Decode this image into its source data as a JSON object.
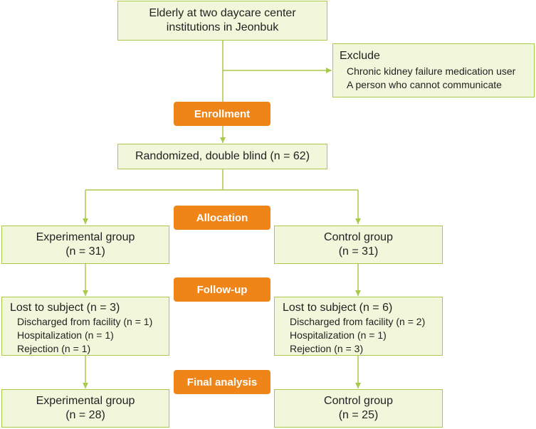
{
  "top": {
    "line1": "Elderly at two daycare center",
    "line2": "institutions in Jeonbuk"
  },
  "exclude": {
    "title": "Exclude",
    "items": [
      "Chronic kidney failure medication user",
      "A person who cannot communicate"
    ]
  },
  "stages": {
    "enrollment": "Enrollment",
    "allocation": "Allocation",
    "followup": "Follow-up",
    "final": "Final analysis"
  },
  "randomized": "Randomized, double blind (n = 62)",
  "allocation": {
    "experimental": {
      "name": "Experimental group",
      "n": "(n = 31)"
    },
    "control": {
      "name": "Control group",
      "n": "(n = 31)"
    }
  },
  "followup": {
    "experimental": {
      "title": "Lost to subject (n = 3)",
      "items": [
        "Discharged from facility (n = 1)",
        "Hospitalization (n = 1)",
        "Rejection (n = 1)"
      ]
    },
    "control": {
      "title": "Lost to subject (n = 6)",
      "items": [
        "Discharged from facility (n = 2)",
        "Hospitalization (n = 1)",
        "Rejection (n = 3)"
      ]
    }
  },
  "final": {
    "experimental": {
      "name": "Experimental group",
      "n": "(n = 28)"
    },
    "control": {
      "name": "Control group",
      "n": "(n = 25)"
    }
  },
  "colors": {
    "box_fill": "#f2f7dc",
    "box_border": "#a9c94b",
    "connector": "#a9c94b",
    "stage_fill": "#ef8419",
    "stage_text": "#ffffff"
  }
}
